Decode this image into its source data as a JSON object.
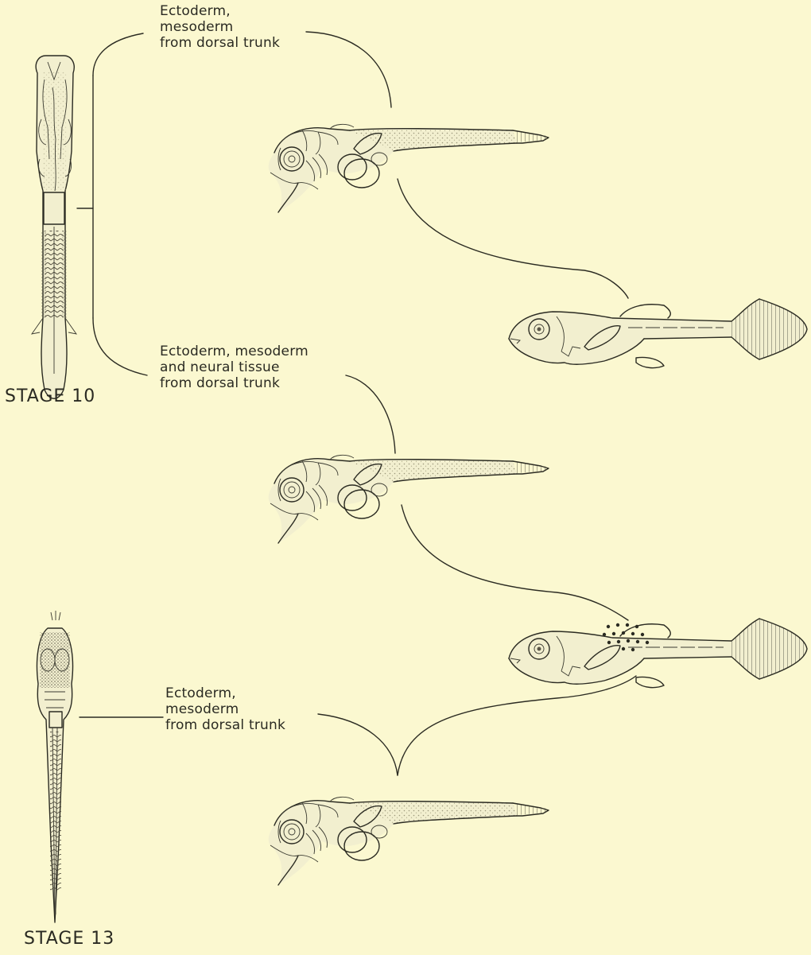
{
  "labels": {
    "graft1": [
      "Ectoderm,",
      "mesoderm",
      "from dorsal trunk"
    ],
    "graft2": [
      "Ectoderm, mesoderm",
      "and neural tissue",
      "from dorsal trunk"
    ],
    "graft3": [
      "Ectoderm,",
      "mesoderm",
      "from dorsal trunk"
    ]
  },
  "stages": {
    "upper": "STAGE 10",
    "lower": "STAGE 13"
  },
  "colors": {
    "paper": "#fbf8d0",
    "ink": "#2b2b22"
  }
}
